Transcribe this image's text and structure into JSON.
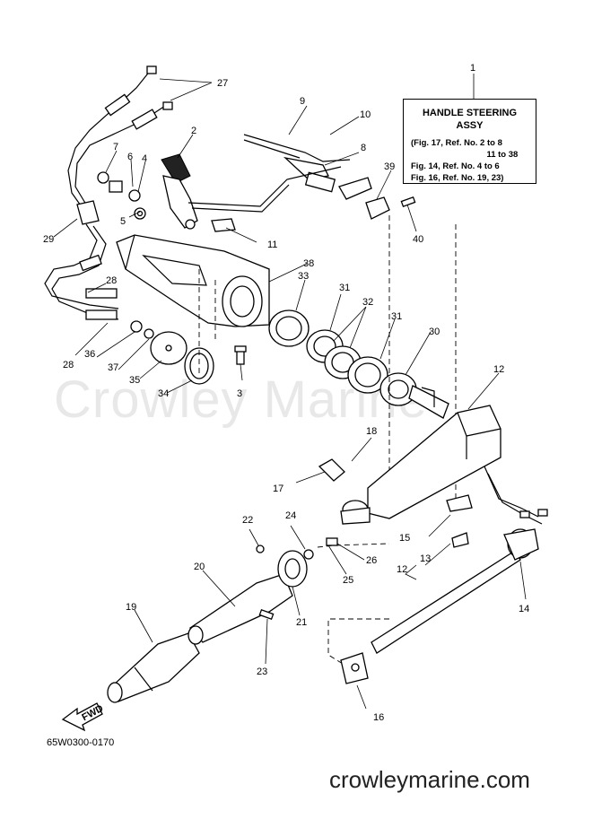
{
  "info_box": {
    "line1": "HANDLE STEERING",
    "line2": "ASSY",
    "refs": [
      "(Fig. 17, Ref. No. 2 to 8",
      "                                11 to 38",
      "Fig. 14, Ref. No. 4 to 6",
      "Fig. 16, Ref. No. 19, 23)"
    ]
  },
  "watermark": "Crowley Marine",
  "diagram_code": "65W0300-0170",
  "site_mark": "crowleymarine.com",
  "fwd_label": "FWD",
  "callouts": [
    "1",
    "2",
    "3",
    "4",
    "5",
    "6",
    "7",
    "8",
    "9",
    "10",
    "11",
    "12",
    "12",
    "13",
    "14",
    "15",
    "16",
    "17",
    "18",
    "19",
    "20",
    "21",
    "22",
    "23",
    "24",
    "25",
    "26",
    "27",
    "28",
    "28",
    "29",
    "30",
    "31",
    "31",
    "32",
    "33",
    "34",
    "35",
    "36",
    "37",
    "38",
    "39",
    "40"
  ]
}
